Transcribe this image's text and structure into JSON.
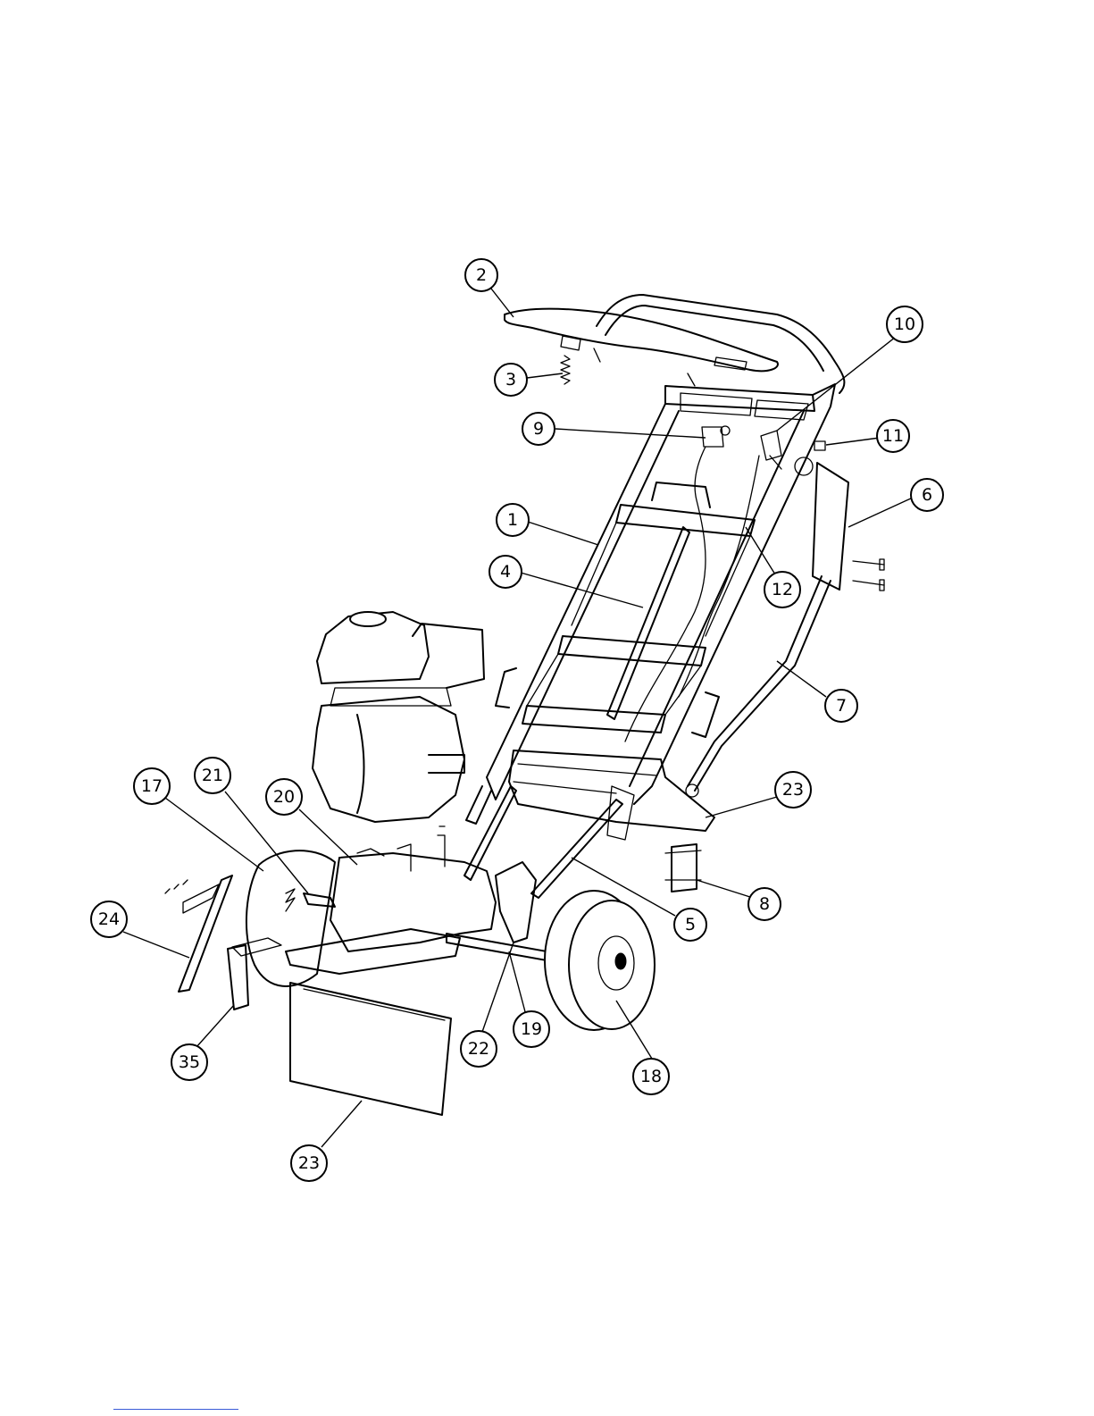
{
  "diagram": {
    "callouts": [
      {
        "id": "c2",
        "label": "2"
      },
      {
        "id": "c3",
        "label": "3"
      },
      {
        "id": "c10",
        "label": "10"
      },
      {
        "id": "c9",
        "label": "9"
      },
      {
        "id": "c11",
        "label": "11"
      },
      {
        "id": "c6",
        "label": "6"
      },
      {
        "id": "c1",
        "label": "1"
      },
      {
        "id": "c4",
        "label": "4"
      },
      {
        "id": "c12",
        "label": "12"
      },
      {
        "id": "c7",
        "label": "7"
      },
      {
        "id": "c23a",
        "label": "23"
      },
      {
        "id": "c17",
        "label": "17"
      },
      {
        "id": "c21",
        "label": "21"
      },
      {
        "id": "c20",
        "label": "20"
      },
      {
        "id": "c8",
        "label": "8"
      },
      {
        "id": "c24",
        "label": "24"
      },
      {
        "id": "c5",
        "label": "5"
      },
      {
        "id": "c22",
        "label": "22"
      },
      {
        "id": "c19",
        "label": "19"
      },
      {
        "id": "c35",
        "label": "35"
      },
      {
        "id": "c18",
        "label": "18"
      },
      {
        "id": "c23b",
        "label": "23"
      }
    ]
  },
  "colors": {
    "line": "#000000",
    "background": "#ffffff",
    "footer_rule": "#3a5bd8"
  }
}
